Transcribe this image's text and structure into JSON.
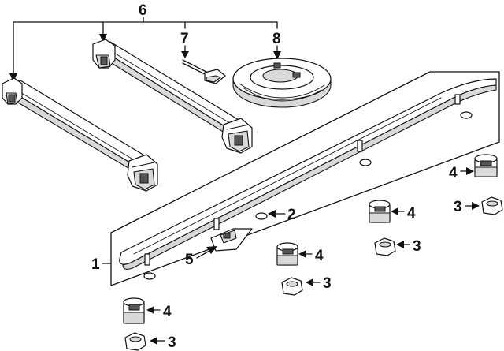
{
  "diagram": {
    "background_color": "#ffffff",
    "line_color": "#111111",
    "callouts": {
      "c6": "6",
      "c7": "7",
      "c8": "8",
      "c1": "1",
      "c2": "2",
      "c5": "5",
      "c4_a": "4",
      "c4_b": "4",
      "c4_c": "4",
      "c4_d": "4",
      "c3_a": "3",
      "c3_b": "3",
      "c3_c": "3",
      "c3_d": "3"
    },
    "parts": [
      {
        "number": "1",
        "icon": "roof-rail-assembly-icon"
      },
      {
        "number": "2",
        "icon": "washer-icon"
      },
      {
        "number": "3",
        "icon": "nut-icon"
      },
      {
        "number": "4",
        "icon": "clip-stud-icon"
      },
      {
        "number": "5",
        "icon": "bracket-clip-icon"
      },
      {
        "number": "6",
        "icon": "crossbar-kit-icon"
      },
      {
        "number": "7",
        "icon": "key-tool-icon"
      },
      {
        "number": "8",
        "icon": "lock-cylinder-icon"
      }
    ]
  }
}
